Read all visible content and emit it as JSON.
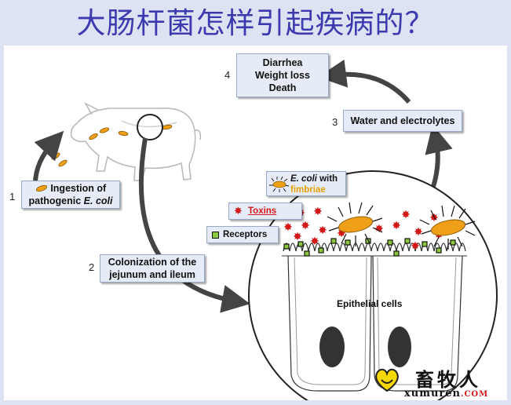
{
  "title": "大肠杆菌怎样引起疾病的？",
  "steps": [
    {
      "num": "1",
      "label_a": "Ingestion of",
      "label_b": "pathogenic",
      "label_c": "E. coli"
    },
    {
      "num": "2",
      "line1": "Colonization of the",
      "line2": "jejunum and ileum"
    },
    {
      "num": "3",
      "label": "Water and electrolytes"
    },
    {
      "num": "4",
      "line1": "Diarrhea",
      "line2": "Weight loss",
      "line3": "Death"
    }
  ],
  "legend": {
    "ecoli_a": "E. coli",
    "ecoli_b": "with",
    "fimbriae": "fimbriae",
    "toxins": "Toxins",
    "receptors": "Receptors"
  },
  "cells_label": "Epithelial cells",
  "watermark": {
    "cn": "畜牧人",
    "url": "xumuren",
    "tld": ".COM"
  },
  "colors": {
    "title": "#3d3ab0",
    "background": "#dde3f3",
    "box_fill": "#e6ecf7",
    "bacteria": "#f0a018",
    "toxin": "#d41818",
    "receptor": "#8cc83c",
    "arrow": "#444444"
  }
}
